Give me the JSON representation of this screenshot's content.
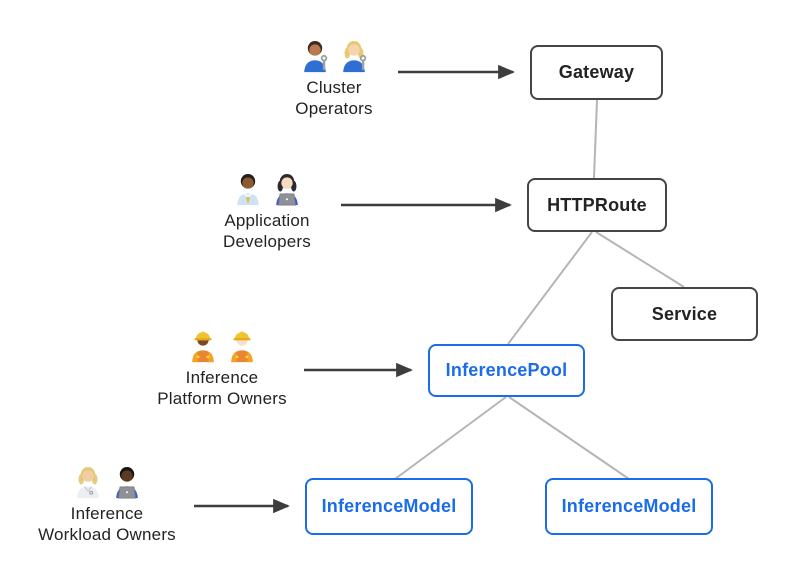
{
  "diagram_type": "resource-model-flow",
  "colors": {
    "background": "#ffffff",
    "dark_border": "#454545",
    "blue": "#1b6ce8",
    "connector": "#b5b5b5",
    "arrow": "#3d3d3d",
    "text": "#232323"
  },
  "personas": [
    {
      "id": "cluster-operators",
      "label": "Cluster\nOperators",
      "emojis": [
        "man-mechanic",
        "woman-mechanic"
      ]
    },
    {
      "id": "application-developers",
      "label": "Application\nDevelopers",
      "emojis": [
        "man-office-worker",
        "woman-technologist"
      ]
    },
    {
      "id": "inference-platform-owners",
      "label": "Inference\nPlatform Owners",
      "emojis": [
        "woman-construction-worker",
        "man-construction-worker"
      ]
    },
    {
      "id": "inference-workload-owners",
      "label": "Inference\nWorkload Owners",
      "emojis": [
        "health-worker",
        "man-technologist"
      ]
    }
  ],
  "nodes": [
    {
      "id": "gateway",
      "label": "Gateway",
      "style": "dark"
    },
    {
      "id": "httproute",
      "label": "HTTPRoute",
      "style": "dark"
    },
    {
      "id": "service",
      "label": "Service",
      "style": "dark"
    },
    {
      "id": "inferencepool",
      "label": "InferencePool",
      "style": "blue"
    },
    {
      "id": "inferencemodel-left",
      "label": "InferenceModel",
      "style": "blue"
    },
    {
      "id": "inferencemodel-right",
      "label": "InferenceModel",
      "style": "blue"
    }
  ],
  "edges": [
    {
      "from": "cluster-operators",
      "to": "gateway",
      "type": "arrow"
    },
    {
      "from": "application-developers",
      "to": "httproute",
      "type": "arrow"
    },
    {
      "from": "inference-platform-owners",
      "to": "inferencepool",
      "type": "arrow"
    },
    {
      "from": "inference-workload-owners",
      "to": "inferencemodel-left",
      "type": "arrow"
    },
    {
      "from": "gateway",
      "to": "httproute",
      "type": "link"
    },
    {
      "from": "httproute",
      "to": "service",
      "type": "link"
    },
    {
      "from": "httproute",
      "to": "inferencepool",
      "type": "link"
    },
    {
      "from": "inferencepool",
      "to": "inferencemodel-left",
      "type": "link"
    },
    {
      "from": "inferencepool",
      "to": "inferencemodel-right",
      "type": "link"
    }
  ]
}
